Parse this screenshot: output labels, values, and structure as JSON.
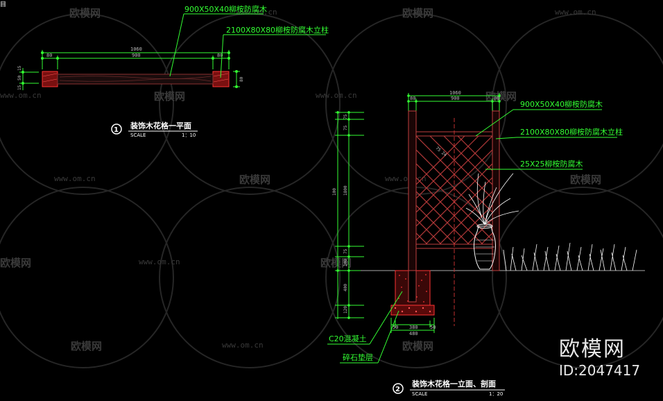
{
  "corner_mark": "目",
  "plan": {
    "dim_total": "1060",
    "dim_inner": "900",
    "dim_left": "80",
    "dim_right": "80",
    "dim_side": "80",
    "dim_left_a": "15",
    "dim_left_b": "50",
    "dim_left_c": "15",
    "label_beam": "900X50X40柳桉防腐木",
    "label_post": "2100X80X80柳桉防腐木立柱",
    "title_num": "1",
    "title": "装饰木花格一平面",
    "scale_label": "SCALE",
    "scale_value": "1：10"
  },
  "elevation": {
    "dim_total": "1060",
    "dim_inner": "900",
    "dim_left": "80",
    "dim_right": "80",
    "diag": "75 24",
    "label_beam": "900X50X40柳桉防腐木",
    "label_post": "2100X80X80柳桉防腐木立柱",
    "label_slat": "25X25柳桉防腐木",
    "label_concrete": "C20混凝土",
    "label_gravel": "碎石垫层",
    "base_dims": [
      "50",
      "380",
      "50"
    ],
    "base_total": "480",
    "vdims": [
      "75",
      "75",
      "1800",
      "75",
      "100",
      "400",
      "120",
      "100"
    ],
    "title_num": "2",
    "title": "装饰木花格一立面、剖面",
    "scale_label": "SCALE",
    "scale_value": "1：20"
  },
  "watermark": {
    "text": "欧模网",
    "url": "www.om.cn"
  },
  "brand": {
    "name": "欧模网",
    "id": "ID:2047417"
  },
  "colors": {
    "line": "#33ff33",
    "red": "#ff3333",
    "text": "#ffffff",
    "bg": "#000000"
  }
}
